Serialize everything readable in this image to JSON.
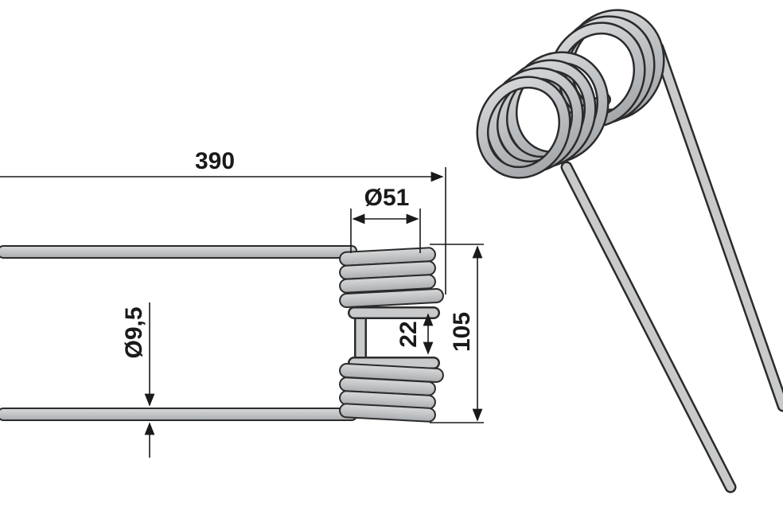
{
  "dimensions": {
    "length": "390",
    "coil_diameter": "Ø51",
    "wire_diameter": "Ø9,5",
    "coil_gap": "22",
    "overall_height": "105"
  },
  "colors": {
    "wire_fill": "#c8cacc",
    "wire_stroke": "#2b2b2b",
    "dimension_line": "#1a1a1a",
    "background": "#ffffff"
  }
}
